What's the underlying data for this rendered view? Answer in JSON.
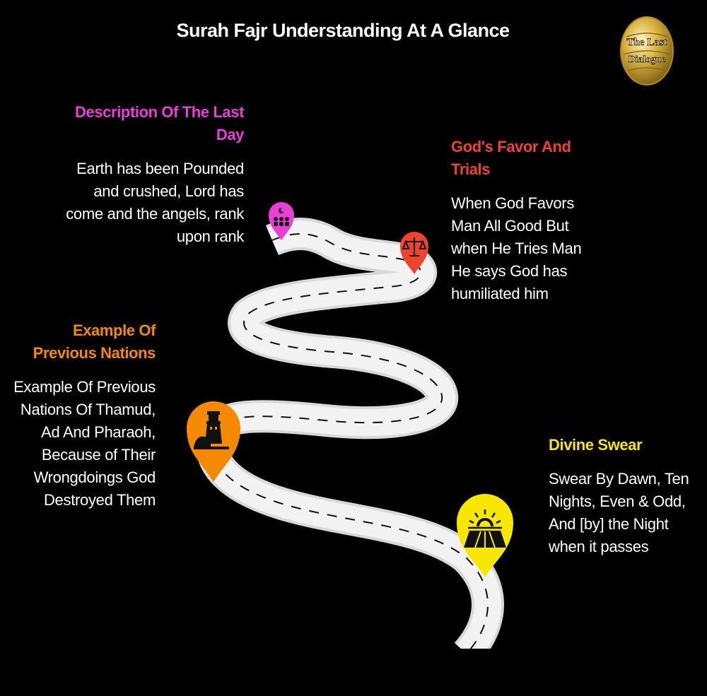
{
  "title": "Surah Fajr Understanding At A Glance",
  "logo": {
    "lines": [
      "The Last",
      "Dialogue"
    ],
    "icon": "globe-logo-icon"
  },
  "colors": {
    "pink": "#e83fd6",
    "red": "#f0432e",
    "orange": "#f58a00",
    "yellow": "#f7e600",
    "road": "#e6e6e6",
    "background": "#000000"
  },
  "milestones": [
    {
      "id": "last-day",
      "heading": "Description Of The Last Day",
      "body": "Earth has been Pounded and crushed, Lord has come and the angels, rank upon rank",
      "icon": "gathering-people-icon",
      "color": "#e83fd6"
    },
    {
      "id": "favor-trials",
      "heading": "God's Favor And Trials",
      "body": "When God Favors Man All Good But when He Tries Man He says God has humiliated him",
      "icon": "scales-icon",
      "color": "#f0432e"
    },
    {
      "id": "previous-nations",
      "heading": "Example Of Previous Nations",
      "body": "Example Of Previous Nations Of Thamud, Ad And Pharaoh, Because of Their Wrongdoings God Destroyed Them",
      "icon": "lighthouse-icon",
      "color": "#f58a00"
    },
    {
      "id": "divine-swear",
      "heading": "Divine Swear",
      "body": "Swear By Dawn, Ten Nights, Even & Odd, And [by] the Night when it passes",
      "icon": "sunrise-icon",
      "color": "#f7e600"
    }
  ]
}
